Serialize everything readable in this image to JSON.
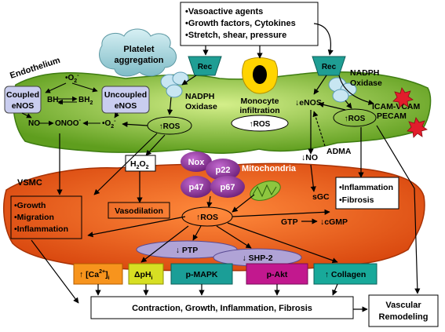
{
  "stimuli": {
    "line1": "•Vasoactive agents",
    "line2": "•Growth factors, Cytokines",
    "line3": "•Stretch, shear, pressure"
  },
  "platelet": {
    "line1": "Platelet",
    "line2": "aggregation"
  },
  "endothelium": {
    "label": "Endothelium",
    "o2minus": "•O",
    "coupled_enos": {
      "line1": "Coupled",
      "line2": "eNOS"
    },
    "uncoupled_enos": {
      "line1": "Uncoupled",
      "line2": "eNOS"
    },
    "bh4": "BH",
    "bh2": "BH",
    "no": "NO",
    "onoo": "ONOO",
    "o2dot": "•O",
    "nadph_oxidase_left": {
      "line1": "NADPH",
      "line2": "Oxidase"
    },
    "ros_left": "↑ROS",
    "rec_left": "Rec",
    "monocyte": {
      "line1": "Monocyte",
      "line2": "infiltration"
    },
    "ros_monocyte": "↑ROS",
    "rec_right": "Rec",
    "nadph_oxidase_right": {
      "line1": "NADPH",
      "line2": "Oxidase"
    },
    "enos_down": "↓eNOS",
    "ros_right": "↑ROS",
    "icam": "ICAM-VCAM",
    "pecam": "PECAM",
    "adma": "ADMA",
    "no_down": "↓NO"
  },
  "vsmc": {
    "label": "VSMC",
    "h2o2": "H",
    "vasodilation": "Vasodilation",
    "left_box": {
      "line1": "•Growth",
      "line2": "•Migration",
      "line3": "•Inflammation"
    },
    "right_box": {
      "line1": "•Inflammation",
      "line2": "•Fibrosis"
    },
    "nox": {
      "title": "Nox",
      "p22": "p22",
      "p47": "p47",
      "p67": "p67"
    },
    "mitochondria": "Mitochondria",
    "ros_center": "↑ROS",
    "sgc": "sGC",
    "gtp": "GTP",
    "cgmp": "↓cGMP",
    "ptp": "↓ PTP",
    "shp2": "↓ SHP-2"
  },
  "effectors": {
    "ca": "↑ [Ca",
    "ca_sub": "i",
    "ph": "ΔpH",
    "ph_sub": "i",
    "pmapk": "p-MAPK",
    "pakt": "p-Akt",
    "collagen": "↑ Collagen"
  },
  "outcomes": {
    "contraction": "Contraction, Growth, Inflammation, Fibrosis",
    "remodeling": {
      "line1": "Vascular",
      "line2": "Remodeling"
    }
  },
  "colors": {
    "endothelium_green": "#8dc63f",
    "vsmc_orange": "#f26522",
    "nox_purple": "#8b2d8b",
    "rec_teal": "#2aa198",
    "monocyte_yellow": "#ffd400",
    "ca_orange": "#f7941d",
    "ph_yellow": "#d7df23",
    "pmapk_teal": "#1b9e97",
    "pakt_magenta": "#c2188e",
    "collagen_teal": "#18a99a"
  }
}
